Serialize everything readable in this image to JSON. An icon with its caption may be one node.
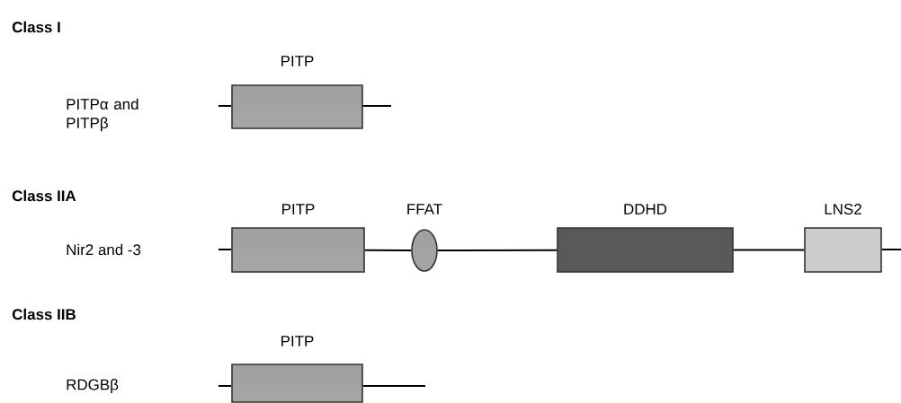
{
  "diagram": {
    "nodes": [
      {
        "text": [
          "PITP"
        ]
      },
      {
        "text": [
          "PITP"
        ]
      },
      {
        "text": [
          "FFAT"
        ]
      },
      {
        "text": [
          "DDHD"
        ]
      },
      {
        "text": [
          "LNS2"
        ]
      },
      {
        "text": [
          "PITP"
        ]
      }
    ],
    "edges": [
      {
        "from": null,
        "to": 0,
        "arrow": "none"
      },
      {
        "from": 0,
        "to": null,
        "arrow": "none"
      },
      {
        "from": null,
        "to": 1,
        "arrow": "none"
      },
      {
        "from": 1,
        "to": 2,
        "arrow": "none"
      },
      {
        "from": 2,
        "to": 3,
        "arrow": "none"
      },
      {
        "from": 3,
        "to": 4,
        "arrow": "none"
      },
      {
        "from": 4,
        "to": null,
        "arrow": "none"
      },
      {
        "from": null,
        "to": 5,
        "arrow": "none"
      },
      {
        "from": 5,
        "to": null,
        "arrow": "none"
      }
    ],
    "labels": [
      "Class I",
      "PITPα and PITPβ",
      "Class IIA",
      "Nir2 and -3",
      "Class IIB",
      "RDGBβ"
    ]
  }
}
